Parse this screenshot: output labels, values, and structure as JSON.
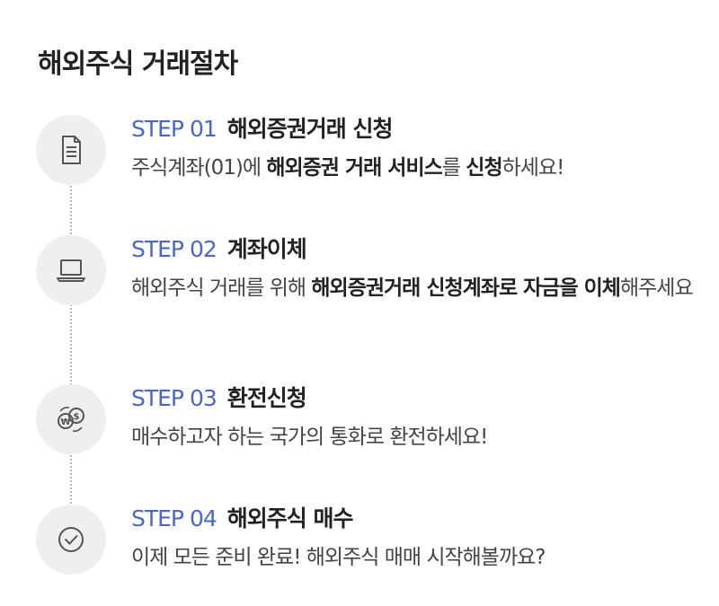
{
  "page": {
    "title": "해외주식 거래절차"
  },
  "colors": {
    "accent": "#4a67c8",
    "circle_bg": "#efefef",
    "icon": "#555555",
    "dotted_line": "#b8b8b8"
  },
  "steps": [
    {
      "label": "STEP 01",
      "title": "해외증권거래 신청",
      "icon": "document-icon",
      "desc": [
        {
          "t": "주식계좌(01)에 ",
          "b": false
        },
        {
          "t": "해외증권 거래 서비스",
          "b": true
        },
        {
          "t": "를 ",
          "b": false
        },
        {
          "t": "신청",
          "b": true
        },
        {
          "t": "하세요!",
          "b": false
        }
      ]
    },
    {
      "label": "STEP 02",
      "title": "계좌이체",
      "icon": "laptop-icon",
      "desc": [
        {
          "t": "해외주식 거래를 위해 ",
          "b": false
        },
        {
          "t": "해외증권거래 신청계좌로 자금을 이체",
          "b": true
        },
        {
          "t": "해주세요",
          "b": false
        }
      ]
    },
    {
      "label": "STEP 03",
      "title": "환전신청",
      "icon": "currency-exchange-icon",
      "desc": [
        {
          "t": "매수하고자 하는 국가의 통화로 환전하세요!",
          "b": false
        }
      ]
    },
    {
      "label": "STEP 04",
      "title": "해외주식 매수",
      "icon": "check-circle-icon",
      "desc": [
        {
          "t": "이제 모든 준비 완료! 해외주식 매매 시작해볼까요?",
          "b": false
        }
      ]
    }
  ]
}
